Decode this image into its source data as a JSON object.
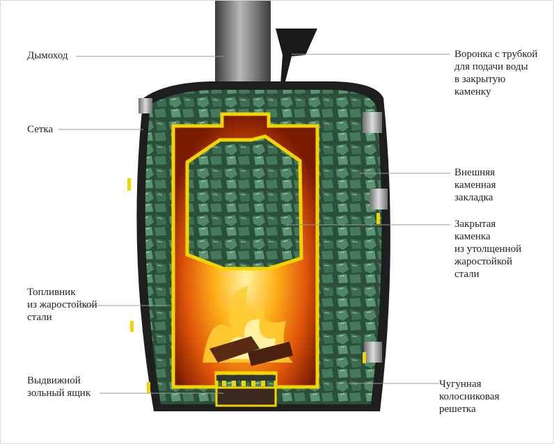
{
  "labels": {
    "chimney": "Дымоход",
    "mesh": "Сетка",
    "firebox": "Топливник\nиз жаростойкой\nстали",
    "ash_drawer": "Выдвижной\nзольный ящик",
    "funnel": "Воронка с трубкой\nдля подачи воды\nв закрытую\nкаменку",
    "outer_stones": "Внешняя\nкаменная\nзакладка",
    "closed_heater": "Закрытая\nкаменка\nиз утолщенной\nжаростойкой\nстали",
    "grate": "Чугунная\nколосниковая\nрешетка"
  },
  "colors": {
    "stone": "#3f6e52",
    "body": "#1e1e1e",
    "steel": "#9a9a9a",
    "yellow": "#f2d400",
    "fire": "#ff8a00",
    "leader": "#9a9a9a"
  }
}
